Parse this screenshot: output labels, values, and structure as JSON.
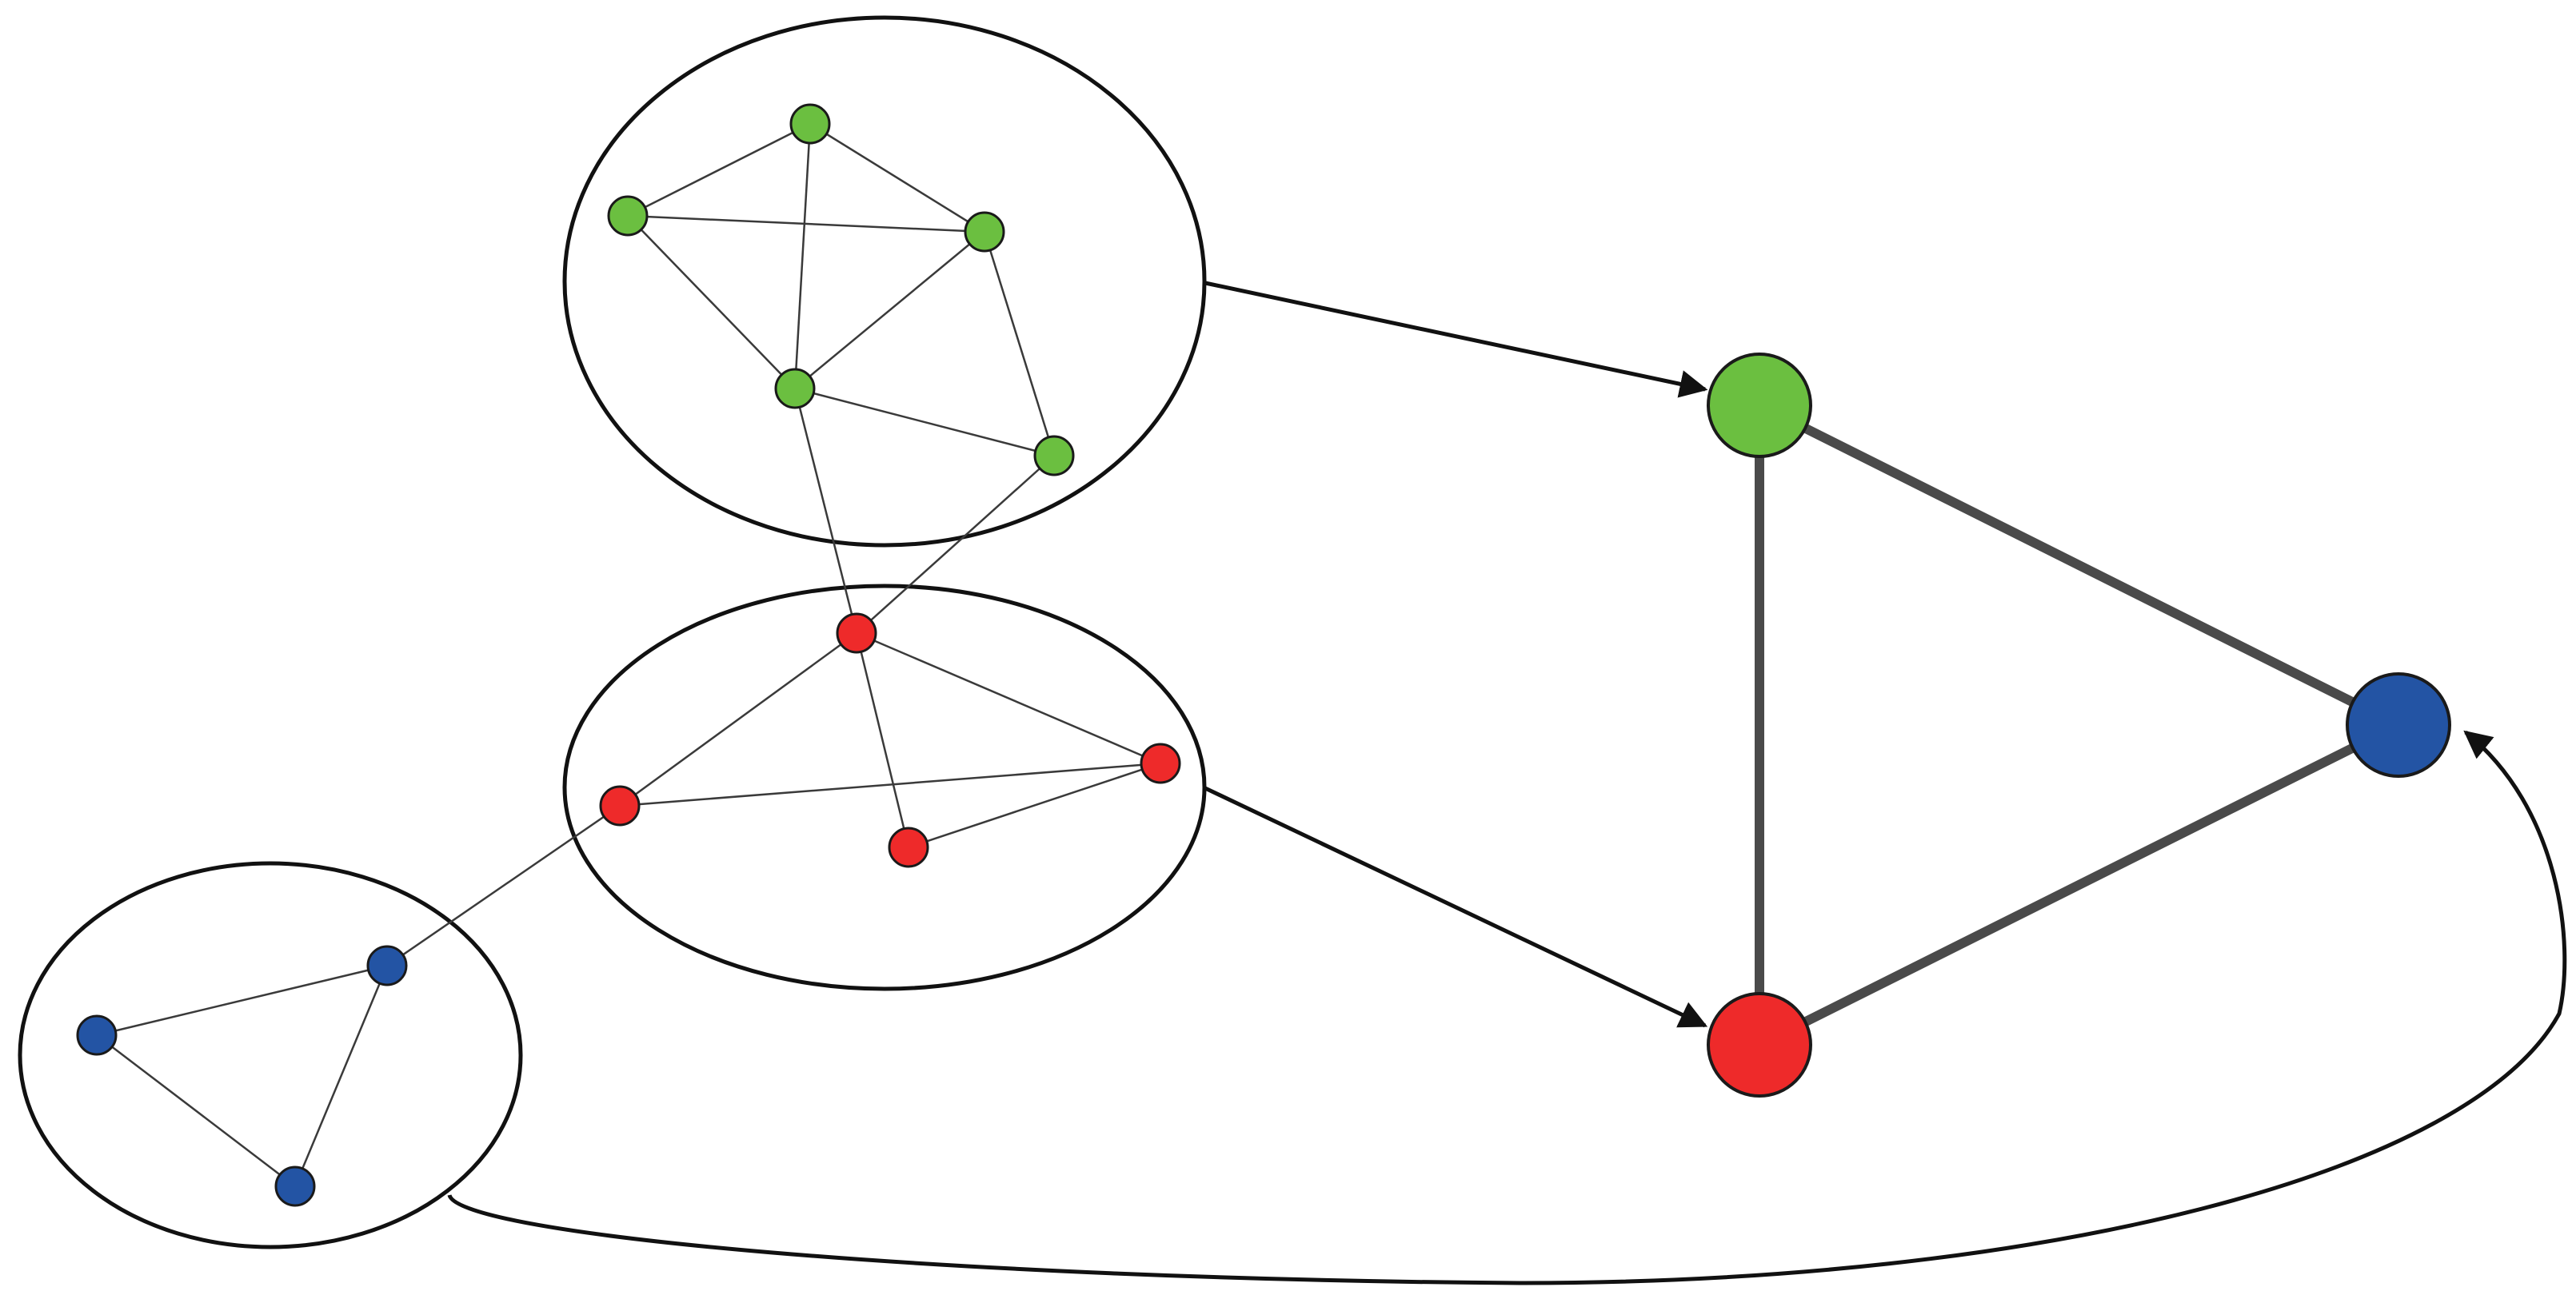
{
  "colors": {
    "green": "#6bbf40",
    "red": "#ee2a2a",
    "blue": "#2354a4",
    "outline": "#111111",
    "meta_edge": "#4a4a4a"
  },
  "clusters": [
    {
      "id": "green",
      "color_key": "green",
      "nodes": [
        "g1",
        "g2",
        "g3",
        "g4",
        "g5"
      ],
      "edges": [
        [
          "g1",
          "g2"
        ],
        [
          "g1",
          "g3"
        ],
        [
          "g1",
          "g4"
        ],
        [
          "g2",
          "g3"
        ],
        [
          "g2",
          "g4"
        ],
        [
          "g3",
          "g4"
        ],
        [
          "g3",
          "g5"
        ],
        [
          "g4",
          "g5"
        ]
      ]
    },
    {
      "id": "red",
      "color_key": "red",
      "nodes": [
        "r1",
        "r2",
        "r3",
        "r4"
      ],
      "edges": [
        [
          "r1",
          "r2"
        ],
        [
          "r1",
          "r3"
        ],
        [
          "r1",
          "r4"
        ],
        [
          "r2",
          "r3"
        ],
        [
          "r3",
          "r4"
        ]
      ]
    },
    {
      "id": "blue",
      "color_key": "blue",
      "nodes": [
        "b1",
        "b2",
        "b3"
      ],
      "edges": [
        [
          "b1",
          "b2"
        ],
        [
          "b1",
          "b3"
        ],
        [
          "b2",
          "b3"
        ]
      ]
    }
  ],
  "inter_cluster_edges": [
    [
      "g4",
      "r1"
    ],
    [
      "g5",
      "r1"
    ],
    [
      "r2",
      "b1"
    ]
  ],
  "meta_graph": {
    "nodes": [
      "green",
      "red",
      "blue"
    ],
    "edges": [
      [
        "green",
        "red"
      ],
      [
        "green",
        "blue"
      ],
      [
        "red",
        "blue"
      ]
    ]
  },
  "mappings": [
    {
      "from_cluster": "green",
      "to_meta_node": "green"
    },
    {
      "from_cluster": "red",
      "to_meta_node": "red"
    },
    {
      "from_cluster": "blue",
      "to_meta_node": "blue"
    }
  ]
}
